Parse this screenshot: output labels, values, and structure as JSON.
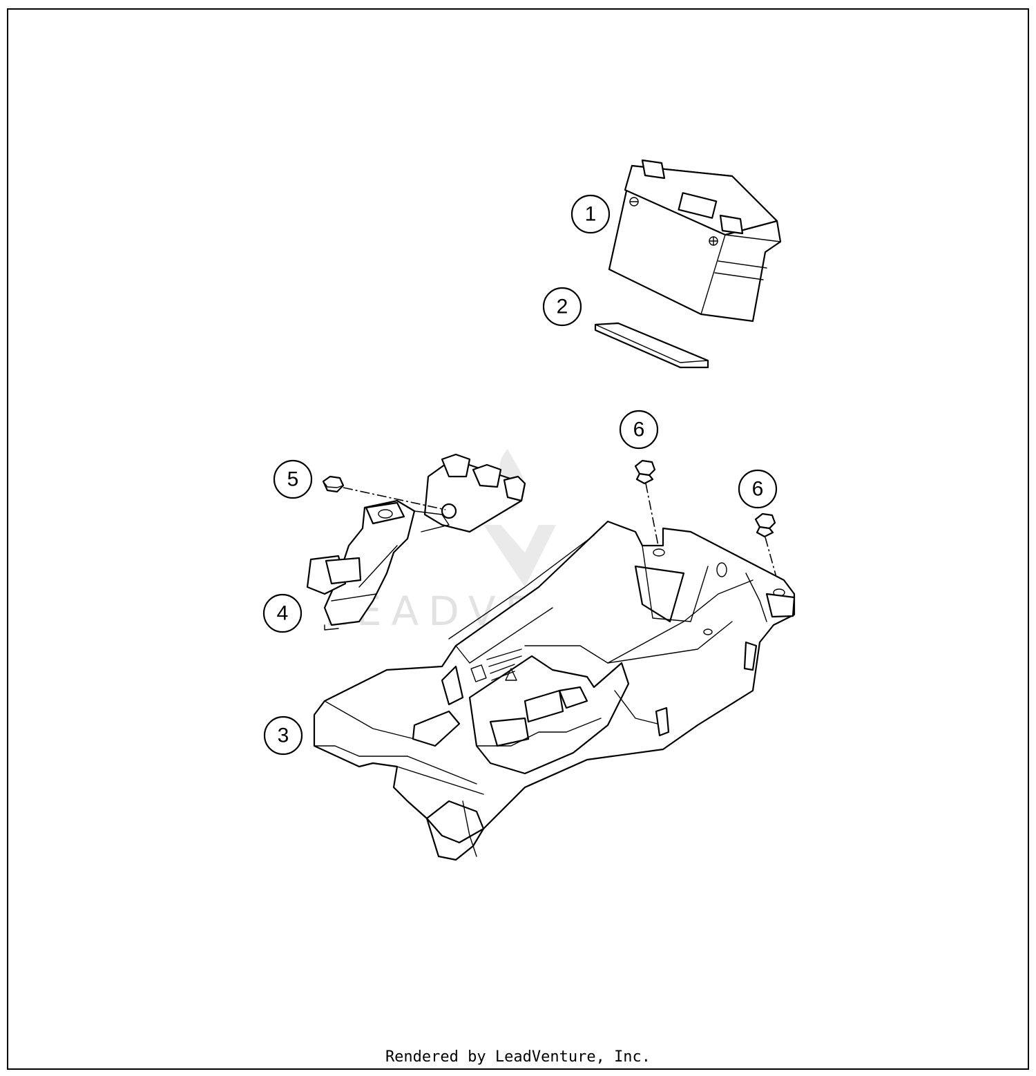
{
  "footer": {
    "credit": "Rendered by LeadVenture, Inc."
  },
  "watermark": {
    "text": "LEADVENTURE"
  },
  "callouts": [
    {
      "id": "callout-1",
      "label": "1"
    },
    {
      "id": "callout-2",
      "label": "2"
    },
    {
      "id": "callout-3",
      "label": "3"
    },
    {
      "id": "callout-4",
      "label": "4"
    },
    {
      "id": "callout-5",
      "label": "5"
    },
    {
      "id": "callout-6a",
      "label": "6"
    },
    {
      "id": "callout-6b",
      "label": "6"
    }
  ],
  "colors": {
    "line": "#000000",
    "background": "#ffffff",
    "watermark": "#d0d0d0"
  }
}
